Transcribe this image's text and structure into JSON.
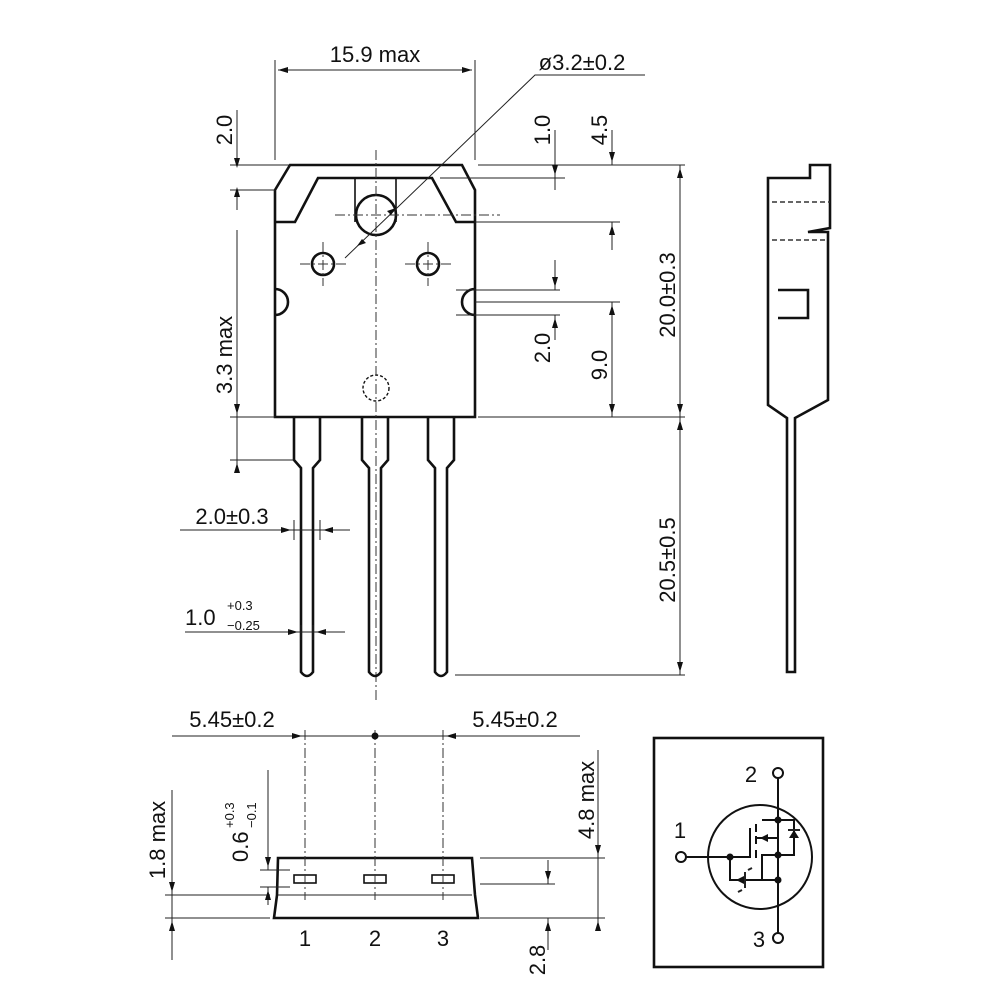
{
  "front_view": {
    "width": "15.9 max",
    "hole": "ø3.2±0.2",
    "top_left": "2.0",
    "top_1": "1.0",
    "top_2": "4.5",
    "height": "20.0±0.3",
    "lead_shoulder": "3.3 max",
    "notch": "2.0",
    "notch_height": "9.0",
    "lead_length": "20.5±0.5",
    "lead_width_wide": "2.0±0.3",
    "lead_width": {
      "base": "1.0",
      "plus": "+0.3",
      "minus": "−0.25"
    }
  },
  "bottom_view": {
    "pitch_left": "5.45±0.2",
    "pitch_right": "5.45±0.2",
    "height": "4.8 max",
    "lead_thickness": {
      "base": "0.6",
      "plus": "+0.3",
      "minus": "−0.1"
    },
    "offset": "1.8 max",
    "base": "2.8",
    "pins": [
      "1",
      "2",
      "3"
    ]
  },
  "schematic": {
    "pins": [
      "1",
      "2",
      "3"
    ]
  }
}
